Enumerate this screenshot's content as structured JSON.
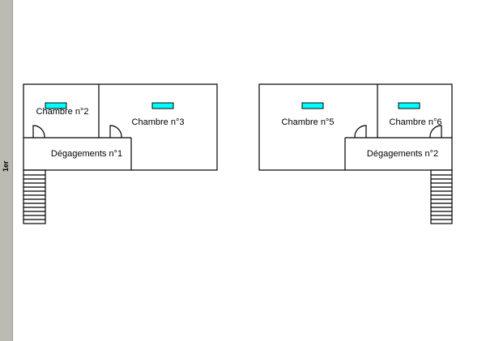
{
  "floor_tab": {
    "label": "1er"
  },
  "colors": {
    "wall": "#000000",
    "radiator": "#00ffff",
    "tab": "#bdbab3"
  },
  "icons": {
    "radiator": "radiator-icon",
    "door": "door-swing-icon",
    "stairs": "staircase-icon"
  },
  "left_unit": {
    "rooms": [
      {
        "label": "Chambre n°2"
      },
      {
        "label": "Chambre n°3"
      },
      {
        "label": "Dégagements n°1"
      }
    ]
  },
  "right_unit": {
    "rooms": [
      {
        "label": "Chambre n°5"
      },
      {
        "label": "Chambre n°6"
      },
      {
        "label": "Dégagements n°2"
      }
    ]
  }
}
